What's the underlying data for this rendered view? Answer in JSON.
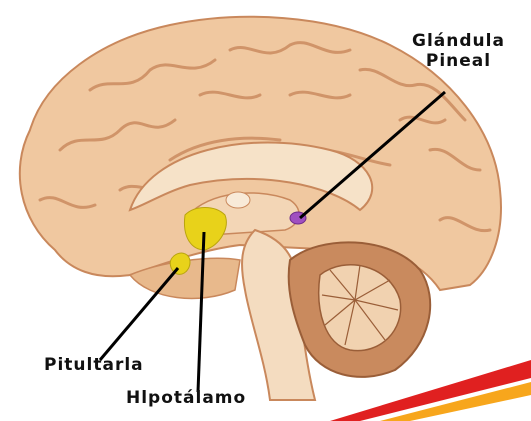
{
  "labels": {
    "pineal_line1": "Glándula",
    "pineal_line2": "Pineal",
    "pituitary": "Pitultarla",
    "hypothalamus": "Hlpotálamo"
  },
  "colors": {
    "cortex": "#f0c8a0",
    "cortex_shadow": "#c9885c",
    "brainstem": "#f4dcc0",
    "cerebellum": "#c98a5e",
    "pituitary_gland": "#e8d21a",
    "pineal_gland": "#a04fc0",
    "leader_line": "#000000",
    "stripe_red": "#e02020",
    "stripe_orange": "#f7a61c"
  },
  "icons": {
    "brain": "sagittal-brain-illustration"
  }
}
